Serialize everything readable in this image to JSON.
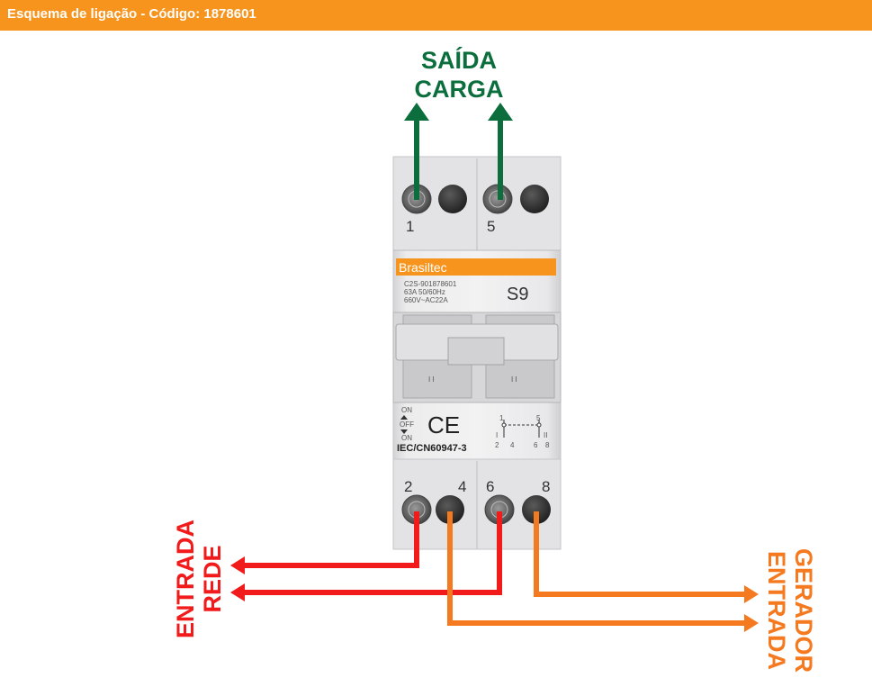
{
  "header": {
    "title": "Esquema de ligação - Código: 1878601",
    "color": "#f7941d"
  },
  "labels": {
    "output_line1": "SAÍDA",
    "output_line2": "CARGA",
    "mains_line1": "ENTRADA",
    "mains_line2": "REDE",
    "generator_line1": "ENTRADA",
    "generator_line2": "GERADOR"
  },
  "device": {
    "brand": "Brasiltec",
    "spec_line1": "C2S-901878601",
    "spec_line2": "63A 50/60Hz",
    "spec_line3": "660V~AC22A",
    "model": "S9",
    "standard": "IEC/CN60947-3",
    "on_top": "ON",
    "off": "OFF",
    "on_bottom": "ON",
    "ce_mark": "CE",
    "handle_mark_left": "I I",
    "handle_mark_right": "I I",
    "schematic": {
      "t1": "1",
      "t5": "5",
      "pos1": "I",
      "pos2": "II",
      "t2": "2",
      "t4": "4",
      "t6": "6",
      "t8": "8"
    }
  },
  "terminals": {
    "top": [
      "1",
      "5"
    ],
    "bottom": [
      "2",
      "4",
      "6",
      "8"
    ]
  },
  "colors": {
    "output": "#0b6e3c",
    "mains": "#f21b1b",
    "generator": "#f5791f",
    "brand_bar": "#f7941d"
  }
}
